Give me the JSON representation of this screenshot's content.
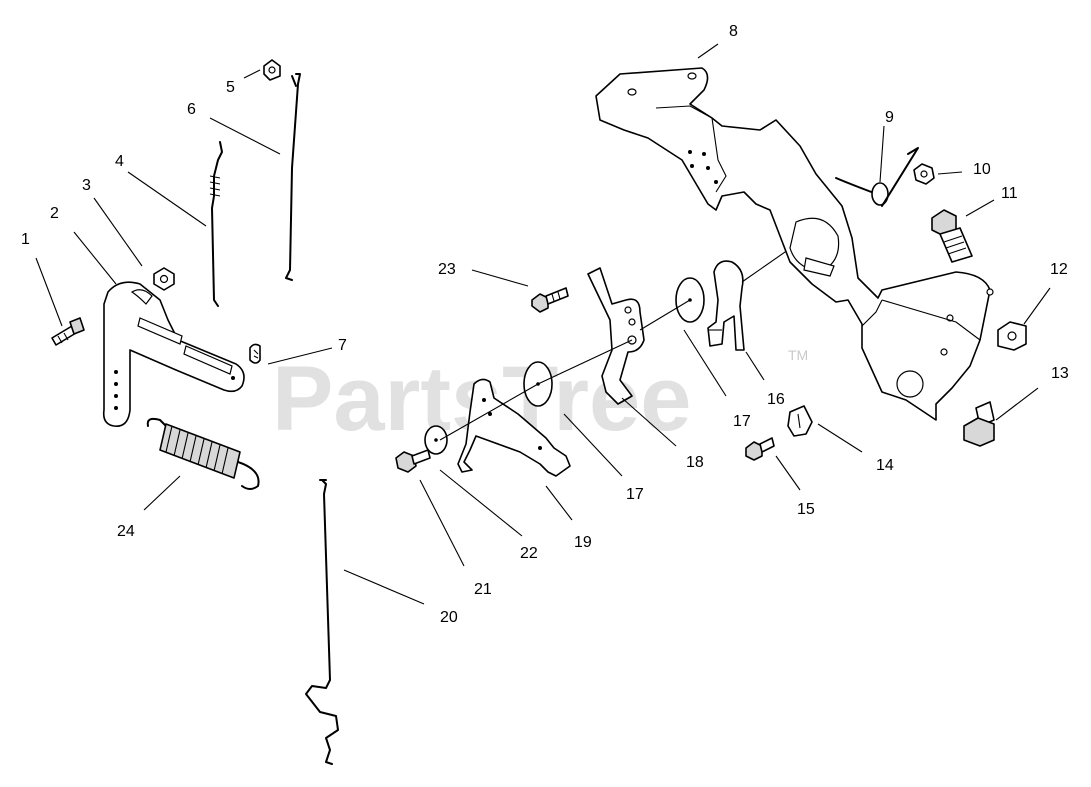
{
  "watermark": {
    "brand": "PartsTree",
    "tm": "TM"
  },
  "callouts": [
    "1",
    "2",
    "3",
    "4",
    "5",
    "6",
    "7",
    "8",
    "9",
    "10",
    "11",
    "12",
    "13",
    "14",
    "15",
    "16",
    "17",
    "17",
    "18",
    "19",
    "20",
    "21",
    "22",
    "23",
    "24"
  ],
  "colors": {
    "lines": "#000000",
    "watermark": "#c9c9c9",
    "background": "#ffffff"
  }
}
